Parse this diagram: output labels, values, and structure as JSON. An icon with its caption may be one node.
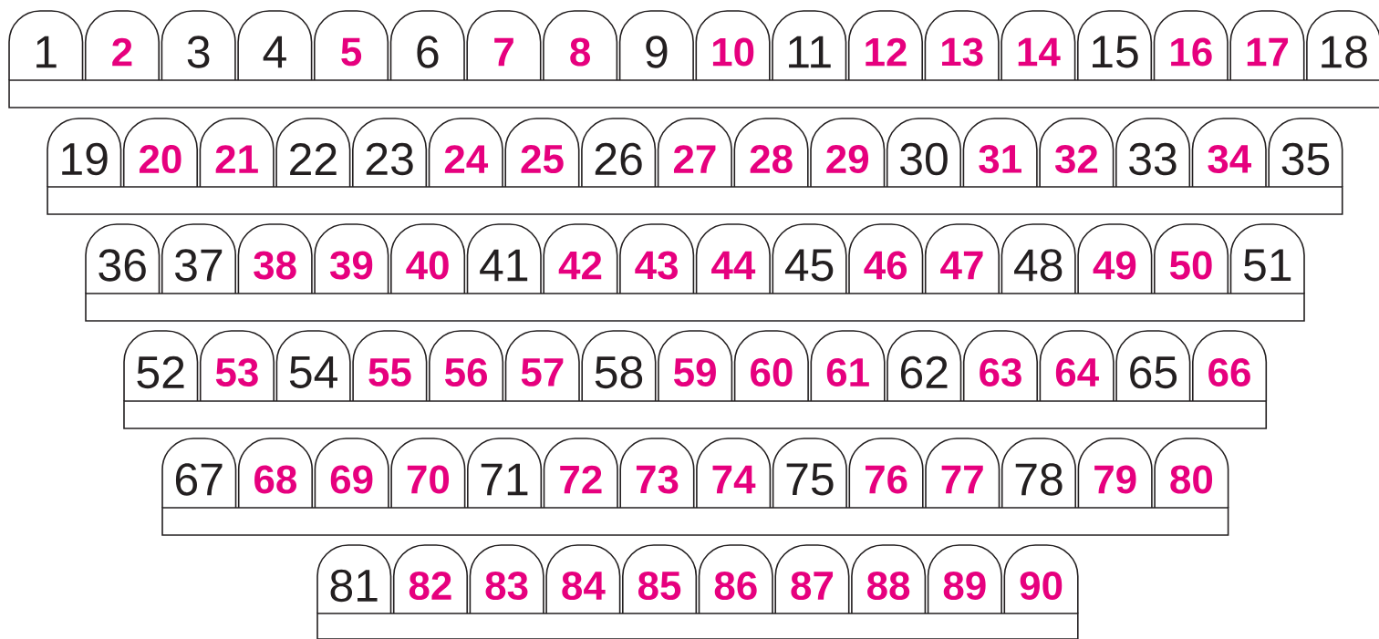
{
  "diagram": {
    "nodes": [
      {
        "text": [
          "1"
        ]
      },
      {
        "text": [
          "2"
        ]
      },
      {
        "text": [
          "3"
        ]
      },
      {
        "text": [
          "4"
        ]
      },
      {
        "text": [
          "5"
        ]
      },
      {
        "text": [
          "6"
        ]
      },
      {
        "text": [
          "7"
        ]
      },
      {
        "text": [
          "8"
        ]
      },
      {
        "text": [
          "9"
        ]
      },
      {
        "text": [
          "10"
        ]
      },
      {
        "text": [
          "11"
        ]
      },
      {
        "text": [
          "12"
        ]
      },
      {
        "text": [
          "13"
        ]
      },
      {
        "text": [
          "14"
        ]
      },
      {
        "text": [
          "15"
        ]
      },
      {
        "text": [
          "16"
        ]
      },
      {
        "text": [
          "17"
        ]
      },
      {
        "text": [
          "18"
        ]
      },
      {
        "text": [
          "19"
        ]
      },
      {
        "text": [
          "20"
        ]
      },
      {
        "text": [
          "21"
        ]
      },
      {
        "text": [
          "22"
        ]
      },
      {
        "text": [
          "23"
        ]
      },
      {
        "text": [
          "24"
        ]
      },
      {
        "text": [
          "25"
        ]
      },
      {
        "text": [
          "26"
        ]
      },
      {
        "text": [
          "27"
        ]
      },
      {
        "text": [
          "28"
        ]
      },
      {
        "text": [
          "29"
        ]
      },
      {
        "text": [
          "30"
        ]
      },
      {
        "text": [
          "31"
        ]
      },
      {
        "text": [
          "32"
        ]
      },
      {
        "text": [
          "33"
        ]
      },
      {
        "text": [
          "34"
        ]
      },
      {
        "text": [
          "35"
        ]
      },
      {
        "text": [
          "36"
        ]
      },
      {
        "text": [
          "37"
        ]
      },
      {
        "text": [
          "38"
        ]
      },
      {
        "text": [
          "39"
        ]
      },
      {
        "text": [
          "40"
        ]
      },
      {
        "text": [
          "41"
        ]
      },
      {
        "text": [
          "42"
        ]
      },
      {
        "text": [
          "43"
        ]
      },
      {
        "text": [
          "44"
        ]
      },
      {
        "text": [
          "45"
        ]
      },
      {
        "text": [
          "46"
        ]
      },
      {
        "text": [
          "47"
        ]
      },
      {
        "text": [
          "48"
        ]
      },
      {
        "text": [
          "49"
        ]
      },
      {
        "text": [
          "50"
        ]
      },
      {
        "text": [
          "51"
        ]
      },
      {
        "text": [
          "52"
        ]
      },
      {
        "text": [
          "53"
        ]
      },
      {
        "text": [
          "54"
        ]
      },
      {
        "text": [
          "55"
        ]
      },
      {
        "text": [
          "56"
        ]
      },
      {
        "text": [
          "57"
        ]
      },
      {
        "text": [
          "58"
        ]
      },
      {
        "text": [
          "59"
        ]
      },
      {
        "text": [
          "60"
        ]
      },
      {
        "text": [
          "61"
        ]
      },
      {
        "text": [
          "62"
        ]
      },
      {
        "text": [
          "63"
        ]
      },
      {
        "text": [
          "64"
        ]
      },
      {
        "text": [
          "65"
        ]
      },
      {
        "text": [
          "66"
        ]
      },
      {
        "text": [
          "67"
        ]
      },
      {
        "text": [
          "68"
        ]
      },
      {
        "text": [
          "69"
        ]
      },
      {
        "text": [
          "70"
        ]
      },
      {
        "text": [
          "71"
        ]
      },
      {
        "text": [
          "72"
        ]
      },
      {
        "text": [
          "73"
        ]
      },
      {
        "text": [
          "74"
        ]
      },
      {
        "text": [
          "75"
        ]
      },
      {
        "text": [
          "76"
        ]
      },
      {
        "text": [
          "77"
        ]
      },
      {
        "text": [
          "78"
        ]
      },
      {
        "text": [
          "79"
        ]
      },
      {
        "text": [
          "80"
        ]
      },
      {
        "text": [
          "81"
        ]
      },
      {
        "text": [
          "82"
        ]
      },
      {
        "text": [
          "83"
        ]
      },
      {
        "text": [
          "84"
        ]
      },
      {
        "text": [
          "85"
        ]
      },
      {
        "text": [
          "86"
        ]
      },
      {
        "text": [
          "87"
        ]
      },
      {
        "text": [
          "88"
        ]
      },
      {
        "text": [
          "89"
        ]
      },
      {
        "text": [
          "90"
        ]
      },
      {
        "text": [],
        "shape": "bar"
      },
      {
        "text": [],
        "shape": "bar"
      },
      {
        "text": [],
        "shape": "bar"
      },
      {
        "text": [],
        "shape": "bar"
      },
      {
        "text": [],
        "shape": "bar"
      },
      {
        "text": [],
        "shape": "bar"
      }
    ]
  }
}
